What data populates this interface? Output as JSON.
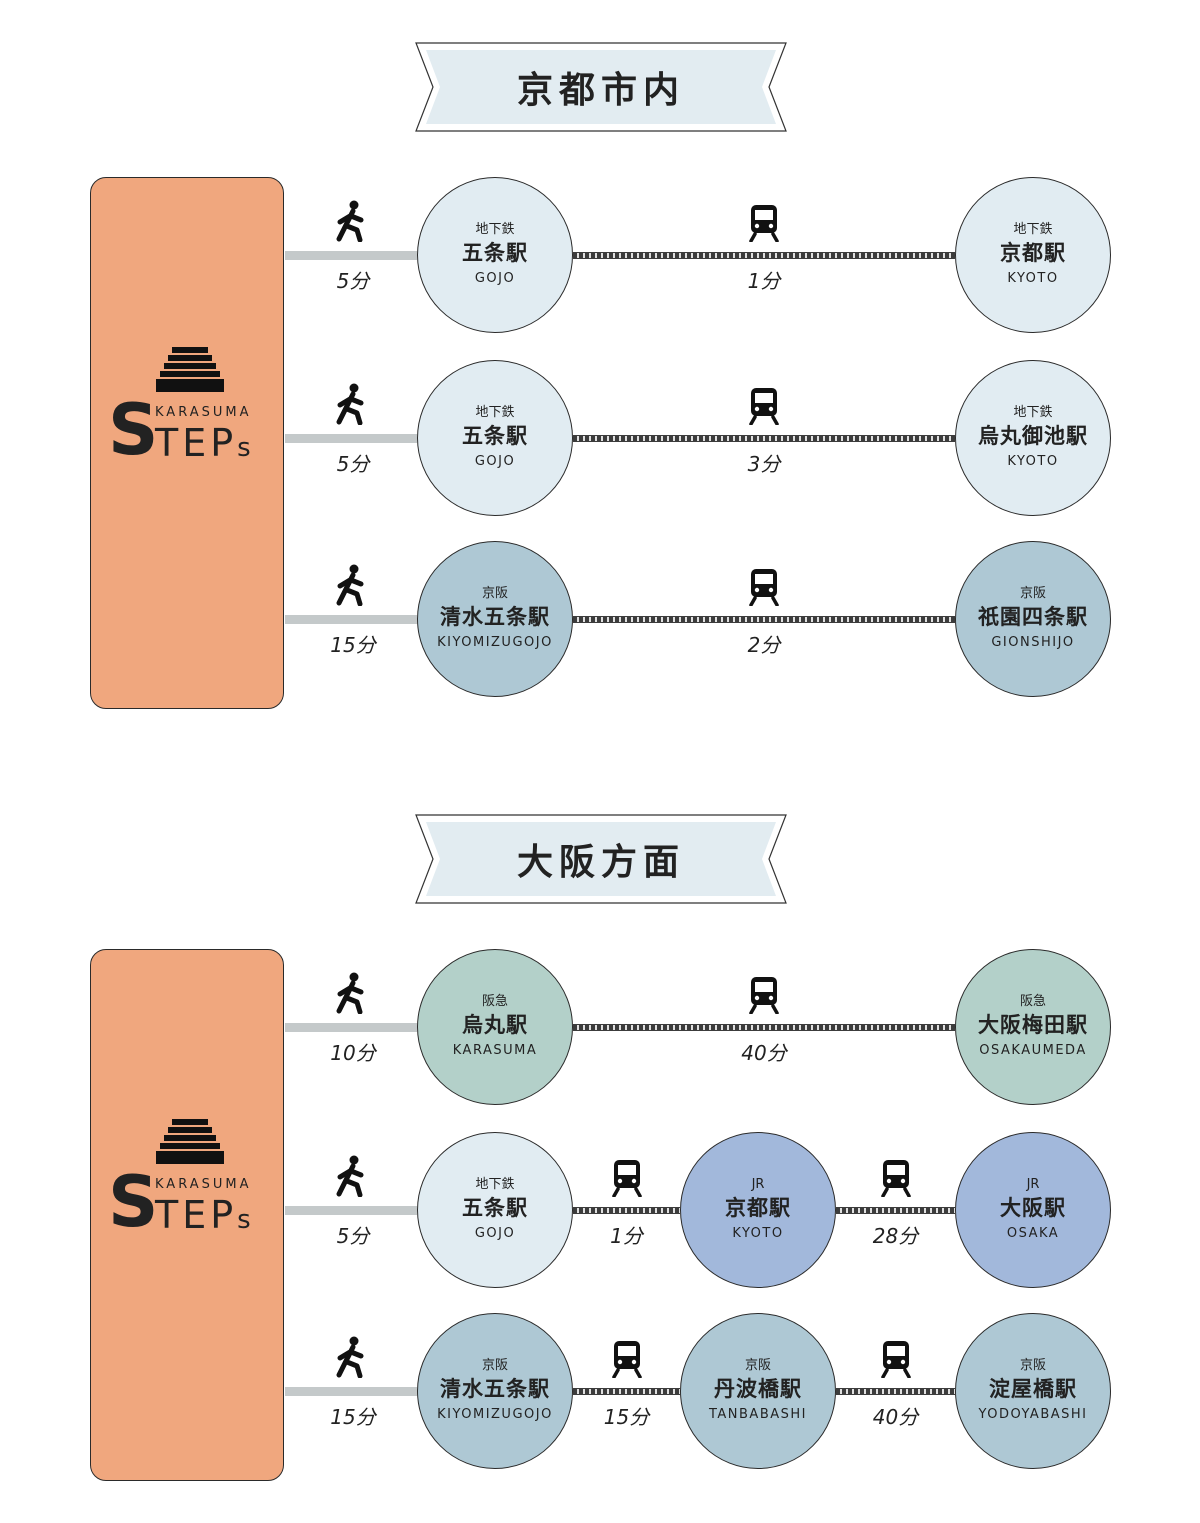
{
  "sections": [
    {
      "title": "京都市内",
      "logo": {
        "karasuma": "KARASUMA",
        "s": "S",
        "teps": "TEP",
        "small": "s"
      },
      "routes": [
        {
          "walk": "5分",
          "stations": [
            {
              "line": "地下鉄",
              "name": "五条駅",
              "roman": "GOJO",
              "color": "#e1ecf2"
            },
            {
              "line": "地下鉄",
              "name": "京都駅",
              "roman": "KYOTO",
              "color": "#e1ecf2"
            }
          ],
          "rides": [
            "1分"
          ]
        },
        {
          "walk": "5分",
          "stations": [
            {
              "line": "地下鉄",
              "name": "五条駅",
              "roman": "GOJO",
              "color": "#e1ecf2"
            },
            {
              "line": "地下鉄",
              "name": "烏丸御池駅",
              "roman": "KYOTO",
              "color": "#e1ecf2"
            }
          ],
          "rides": [
            "3分"
          ]
        },
        {
          "walk": "15分",
          "stations": [
            {
              "line": "京阪",
              "name": "清水五条駅",
              "roman": "KIYOMIZUGOJO",
              "color": "#aec8d4"
            },
            {
              "line": "京阪",
              "name": "祇園四条駅",
              "roman": "GIONSHIJO",
              "color": "#aec8d4"
            }
          ],
          "rides": [
            "2分"
          ]
        }
      ]
    },
    {
      "title": "大阪方面",
      "logo": {
        "karasuma": "KARASUMA",
        "s": "S",
        "teps": "TEP",
        "small": "s"
      },
      "routes": [
        {
          "walk": "10分",
          "stations": [
            {
              "line": "阪急",
              "name": "烏丸駅",
              "roman": "KARASUMA",
              "color": "#b3d0c9"
            },
            {
              "line": "阪急",
              "name": "大阪梅田駅",
              "roman": "OSAKAUMEDA",
              "color": "#b3d0c9"
            }
          ],
          "rides": [
            "40分"
          ]
        },
        {
          "walk": "5分",
          "stations": [
            {
              "line": "地下鉄",
              "name": "五条駅",
              "roman": "GOJO",
              "color": "#e1ecf2"
            },
            {
              "line": "JR",
              "name": "京都駅",
              "roman": "KYOTO",
              "color": "#a2b8db"
            },
            {
              "line": "JR",
              "name": "大阪駅",
              "roman": "OSAKA",
              "color": "#a2b8db"
            }
          ],
          "rides": [
            "1分",
            "28分"
          ]
        },
        {
          "walk": "15分",
          "stations": [
            {
              "line": "京阪",
              "name": "清水五条駅",
              "roman": "KIYOMIZUGOJO",
              "color": "#aec8d4"
            },
            {
              "line": "京阪",
              "name": "丹波橋駅",
              "roman": "TANBABASHI",
              "color": "#aec8d4"
            },
            {
              "line": "京阪",
              "name": "淀屋橋駅",
              "roman": "YODOYABASHI",
              "color": "#aec8d4"
            }
          ],
          "rides": [
            "15分",
            "40分"
          ]
        }
      ]
    }
  ],
  "icons": {
    "walk": "walking-person-icon",
    "train": "train-icon"
  },
  "colors": {
    "block": "#f0a77e",
    "banner": "#e2ecf1",
    "walk_line": "#c4c9ca",
    "rail": "#3c3c3c"
  }
}
